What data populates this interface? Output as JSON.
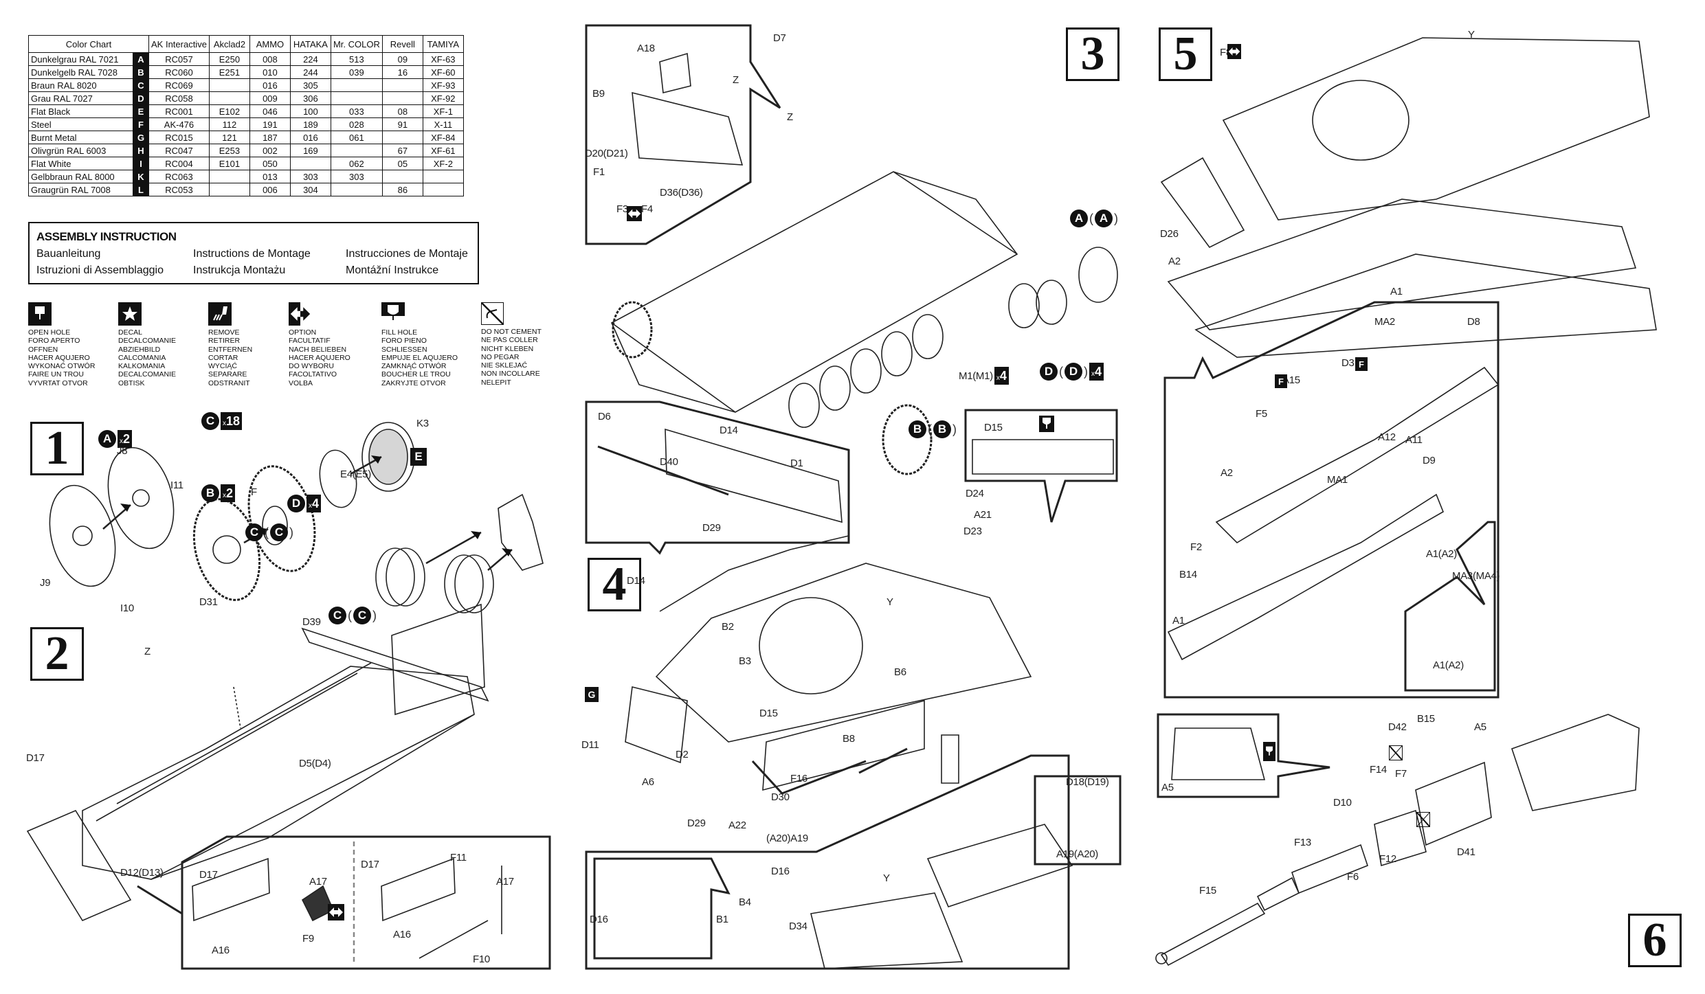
{
  "color_chart": {
    "headers": [
      "Color Chart",
      "AK Interactive",
      "Akclad2",
      "AMMO",
      "HATAKA",
      "Mr. COLOR",
      "Revell",
      "TAMIYA"
    ],
    "rows": [
      {
        "name": "Dunkelgrau RAL 7021",
        "code": "A",
        "values": [
          "RC057",
          "E250",
          "008",
          "224",
          "513",
          "09",
          "XF-63"
        ]
      },
      {
        "name": "Dunkelgelb RAL 7028",
        "code": "B",
        "values": [
          "RC060",
          "E251",
          "010",
          "244",
          "039",
          "16",
          "XF-60"
        ]
      },
      {
        "name": "Braun RAL 8020",
        "code": "C",
        "values": [
          "RC069",
          "",
          "016",
          "305",
          "",
          "",
          "XF-93"
        ]
      },
      {
        "name": "Grau RAL 7027",
        "code": "D",
        "values": [
          "RC058",
          "",
          "009",
          "306",
          "",
          "",
          "XF-92"
        ]
      },
      {
        "name": "Flat Black",
        "code": "E",
        "values": [
          "RC001",
          "E102",
          "046",
          "100",
          "033",
          "08",
          "XF-1"
        ]
      },
      {
        "name": "Steel",
        "code": "F",
        "values": [
          "AK-476",
          "112",
          "191",
          "189",
          "028",
          "91",
          "X-11"
        ]
      },
      {
        "name": "Burnt Metal",
        "code": "G",
        "values": [
          "RC015",
          "121",
          "187",
          "016",
          "061",
          "",
          "XF-84"
        ]
      },
      {
        "name": "Olivgrün RAL 6003",
        "code": "H",
        "values": [
          "RC047",
          "E253",
          "002",
          "169",
          "",
          "67",
          "XF-61"
        ]
      },
      {
        "name": "Flat White",
        "code": "I",
        "values": [
          "RC004",
          "E101",
          "050",
          "",
          "062",
          "05",
          "XF-2"
        ]
      },
      {
        "name": "Gelbbraun RAL 8000",
        "code": "K",
        "values": [
          "RC063",
          "",
          "013",
          "303",
          "303",
          "",
          ""
        ]
      },
      {
        "name": "Graugrün RAL 7008",
        "code": "L",
        "values": [
          "RC053",
          "",
          "006",
          "304",
          "",
          "86",
          ""
        ]
      }
    ]
  },
  "assembly": {
    "title": "ASSEMBLY INSTRUCTION",
    "translations": [
      "Bauanleitung",
      "Instructions de Montage",
      "Instrucciones de Montaje",
      "Istruzioni di Assemblaggio",
      "Instrukcja Montażu",
      "Montážní Instrukce"
    ]
  },
  "legend": [
    {
      "icon": "open-hole-icon",
      "lines": [
        "OPEN HOLE",
        "FORO APERTO",
        "OFFNEN",
        "HACER AQUJERO",
        "WYKONAĆ OTWÓR",
        "FAIRE UN TROU",
        "VYVRTAT OTVOR"
      ]
    },
    {
      "icon": "decal-star-icon",
      "lines": [
        "DECAL",
        "DECALCOMANIE",
        "ABZIEHBILD",
        "CALCOMANIA",
        "KALKOMANIA",
        "DECALCOMANIE",
        "OBTISK"
      ]
    },
    {
      "icon": "remove-cut-icon",
      "lines": [
        "REMOVE",
        "RETIRER",
        "ENTFERNEN",
        "CORTAR",
        "WYCIĄĆ",
        "SEPARARE",
        "ODSTRANIT"
      ]
    },
    {
      "icon": "option-arrows-icon",
      "lines": [
        "OPTION",
        "FACULTATIF",
        "NACH BELIEBEN",
        "HACER AQUJERO",
        "DO WYBORU",
        "FACOLTATIVO",
        "VOLBA"
      ]
    },
    {
      "icon": "fill-hole-icon",
      "lines": [
        "FILL HOLE",
        "FORO PIENO",
        "SCHLIESSEN",
        "EMPUJE EL AQUJERO",
        "ZAMKNĄĆ OTWÓR",
        "BOUCHER LE TROU",
        "ZAKRYJTE OTVOR"
      ]
    },
    {
      "icon": "do-not-cement-icon",
      "lines": [
        "DO NOT CEMENT",
        "NE PAS COLLER",
        "NICHT KLEBEN",
        "NO PEGAR",
        "NIE SKLEJAĆ",
        "NON INCOLLARE",
        "NELEPIT"
      ]
    }
  ],
  "steps": [
    {
      "number": "1",
      "badges": [
        {
          "color": "A",
          "multiplier": "2"
        },
        {
          "color": "B",
          "multiplier": "2"
        },
        {
          "color": "C",
          "multiplier": "18"
        },
        {
          "color": "D",
          "multiplier": "4"
        },
        {
          "color": "C",
          "paren": "C"
        },
        {
          "color": "C",
          "paren": "C"
        }
      ],
      "paint_square": "E",
      "parts": [
        "J8",
        "J9",
        "I11",
        "I10",
        "K3",
        "F",
        "E4(E5)"
      ]
    },
    {
      "number": "2",
      "parts": [
        "Z",
        "D31",
        "D39",
        "D5(D4)",
        "D17",
        "D12(D13)",
        "D17",
        "A17",
        "A16",
        "F9",
        "D17",
        "F11",
        "A17",
        "A16",
        "F10"
      ]
    },
    {
      "number": "3",
      "badges": [
        {
          "color": "A",
          "paren": "A"
        },
        {
          "color": "D",
          "paren": "D",
          "multiplier": "4"
        },
        {
          "color": "B",
          "paren": "B"
        }
      ],
      "parts": [
        "A18",
        "D7",
        "B9",
        "Z",
        "D20(D21)",
        "F1",
        "F3",
        "F4",
        "D36(D36)",
        "Z",
        "M1(M1)"
      ],
      "m1_multiplier": "4"
    },
    {
      "number": "4",
      "paint_square": "G",
      "parts": [
        "D6",
        "D14",
        "D40",
        "D1",
        "D29",
        "D15",
        "D24",
        "A21",
        "D23",
        "D14",
        "B2",
        "B3",
        "Y",
        "B6",
        "D11",
        "A6",
        "D15",
        "D2",
        "B8",
        "F16",
        "D30",
        "D29",
        "A22",
        "D18(D19)",
        "(A20)A19",
        "A19(A20)",
        "D16",
        "Y",
        "D16",
        "B4",
        "B1",
        "D34"
      ]
    },
    {
      "number": "5",
      "parts": [
        "F8",
        "Y",
        "D26",
        "A2",
        "A1",
        "MA2",
        "D8",
        "A15",
        "D3",
        "F5",
        "A12",
        "A11",
        "D9",
        "A2",
        "MA1",
        "F2",
        "B14",
        "A1",
        "A1(A2)",
        "MA3(MA4)",
        "A1(A2)"
      ],
      "paint_squares": {
        "A15": "F",
        "D3": "F"
      }
    },
    {
      "number": "6",
      "parts": [
        "A5",
        "D42",
        "B15",
        "A5",
        "F14",
        "F7",
        "D10",
        "F13",
        "F6",
        "F12",
        "D41",
        "F15"
      ]
    }
  ]
}
